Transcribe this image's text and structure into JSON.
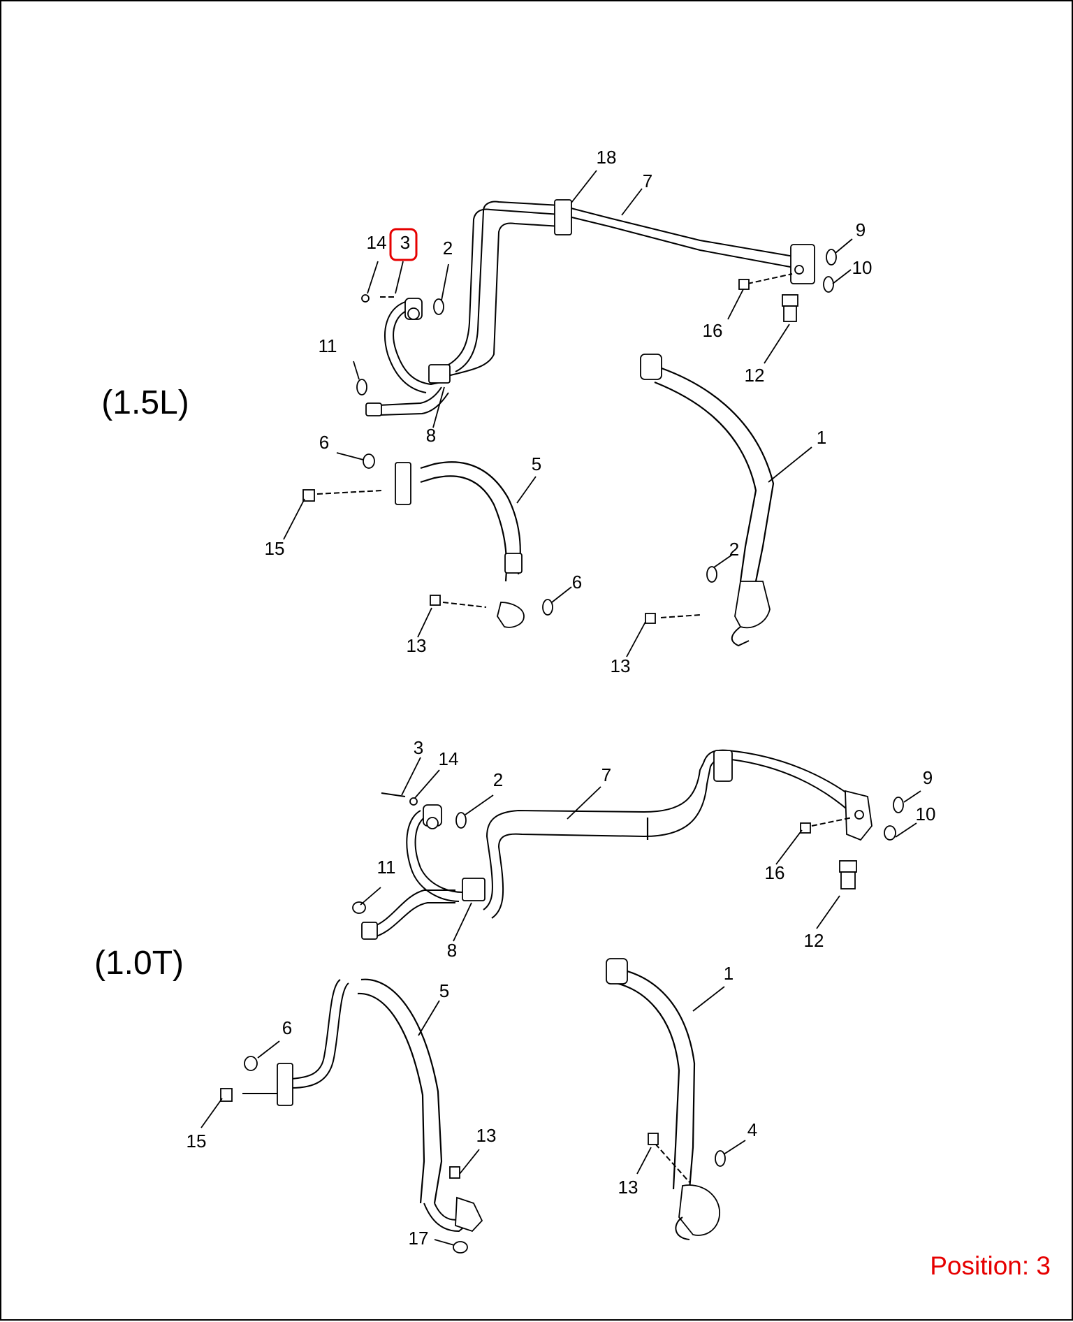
{
  "labels": {
    "variant_top": "(1.5L)",
    "variant_bottom": "(1.0T)",
    "position": "Position: 3"
  },
  "callouts_top": {
    "c18": "18",
    "c7": "7",
    "c9": "9",
    "c10": "10",
    "c14": "14",
    "c3": "3",
    "c2": "2",
    "c16": "16",
    "c11": "11",
    "c12": "12",
    "c8": "8",
    "c1": "1",
    "c6a": "6",
    "c5": "5",
    "c15": "15",
    "c2b": "2",
    "c6b": "6",
    "c13a": "13",
    "c13b": "13"
  },
  "callouts_bottom": {
    "c3": "3",
    "c14": "14",
    "c2": "2",
    "c7": "7",
    "c9": "9",
    "c10": "10",
    "c11": "11",
    "c16": "16",
    "c12": "12",
    "c8": "8",
    "c1": "1",
    "c5": "5",
    "c6": "6",
    "c15": "15",
    "c13a": "13",
    "c4": "4",
    "c13b": "13",
    "c17": "17"
  },
  "highlight": {
    "target_callout": "3",
    "color": "#e60000"
  },
  "colors": {
    "line": "#000000",
    "highlight": "#e60000",
    "background": "#ffffff"
  }
}
